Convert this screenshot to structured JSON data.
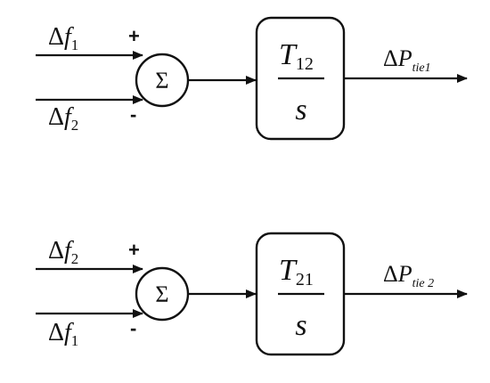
{
  "blocks": [
    {
      "input_top": {
        "delta": "Δ",
        "var": "f",
        "sub": "1"
      },
      "input_bottom": {
        "delta": "Δ",
        "var": "f",
        "sub": "2"
      },
      "sign_top": "+",
      "sign_bottom": "-",
      "sum_symbol": "Σ",
      "tf_num_var": "T",
      "tf_num_sub": "12",
      "tf_den": "s",
      "output": {
        "delta": "Δ",
        "var": "P",
        "sub": "tie1"
      }
    },
    {
      "input_top": {
        "delta": "Δ",
        "var": "f",
        "sub": "2"
      },
      "input_bottom": {
        "delta": "Δ",
        "var": "f",
        "sub": "1"
      },
      "sign_top": "+",
      "sign_bottom": "-",
      "sum_symbol": "Σ",
      "tf_num_var": "T",
      "tf_num_sub": "21",
      "tf_den": "s",
      "output": {
        "delta": "Δ",
        "var": "P",
        "sub": "tie 2"
      }
    }
  ]
}
